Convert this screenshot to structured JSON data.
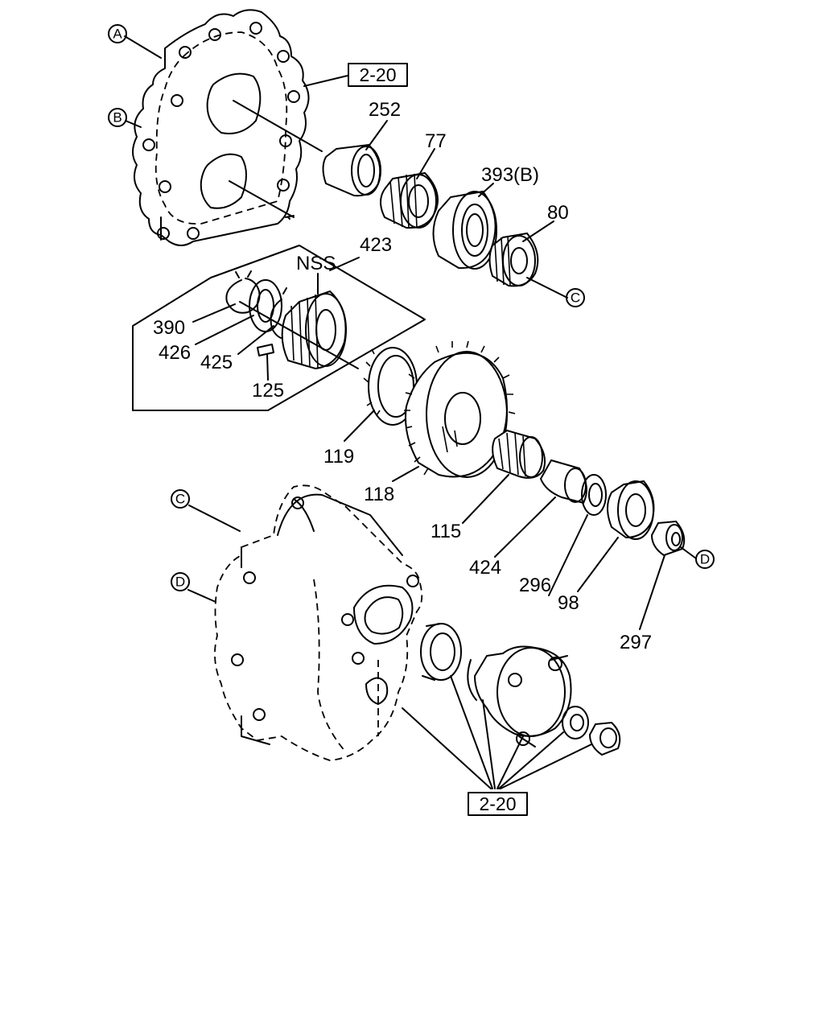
{
  "ref_boxes": {
    "top": "2-20",
    "bottom": "2-20"
  },
  "connectors": {
    "a": "A",
    "b": "B",
    "c": "C",
    "d": "D"
  },
  "parts": {
    "p252": "252",
    "p77": "77",
    "p393b": "393(B)",
    "p80": "80",
    "p423": "423",
    "nss": "NSS",
    "p390": "390",
    "p426": "426",
    "p425": "425",
    "p125": "125",
    "p119": "119",
    "p118": "118",
    "p115": "115",
    "p424": "424",
    "p296": "296",
    "p98": "98",
    "p297": "297"
  }
}
